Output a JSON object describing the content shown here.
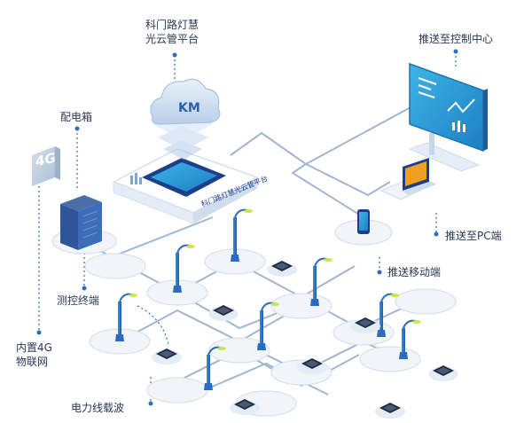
{
  "labels": {
    "platform_line1": "科门路灯慧",
    "platform_line2": "光云管平台",
    "push_control": "推送至控制中心",
    "power_box": "配电箱",
    "push_pc": "推送至PC端",
    "push_mobile": "推送移动端",
    "terminal": "测控终端",
    "iot_line1": "内置4G",
    "iot_line2": "物联网",
    "plc": "电力线载波",
    "badge_4g": "4G",
    "cloud_logo": "KM",
    "base_text": "科门路灯慧光云管平台"
  },
  "colors": {
    "line": "#9fb6d3",
    "node": "#f1f5fa",
    "node_edge": "#d7e1ec",
    "accent_blue": "#2f7fd1",
    "dark_blue": "#1c3f8c",
    "screen_teal": "#2ea8d8",
    "dot": "#2c6fb8",
    "lamp_green": "#cfe34a"
  },
  "icons": [
    "cloud-icon",
    "screen-icon",
    "laptop-icon",
    "phone-icon",
    "cabinet-icon",
    "4g-badge-icon",
    "lamp-icon",
    "module-icon"
  ]
}
